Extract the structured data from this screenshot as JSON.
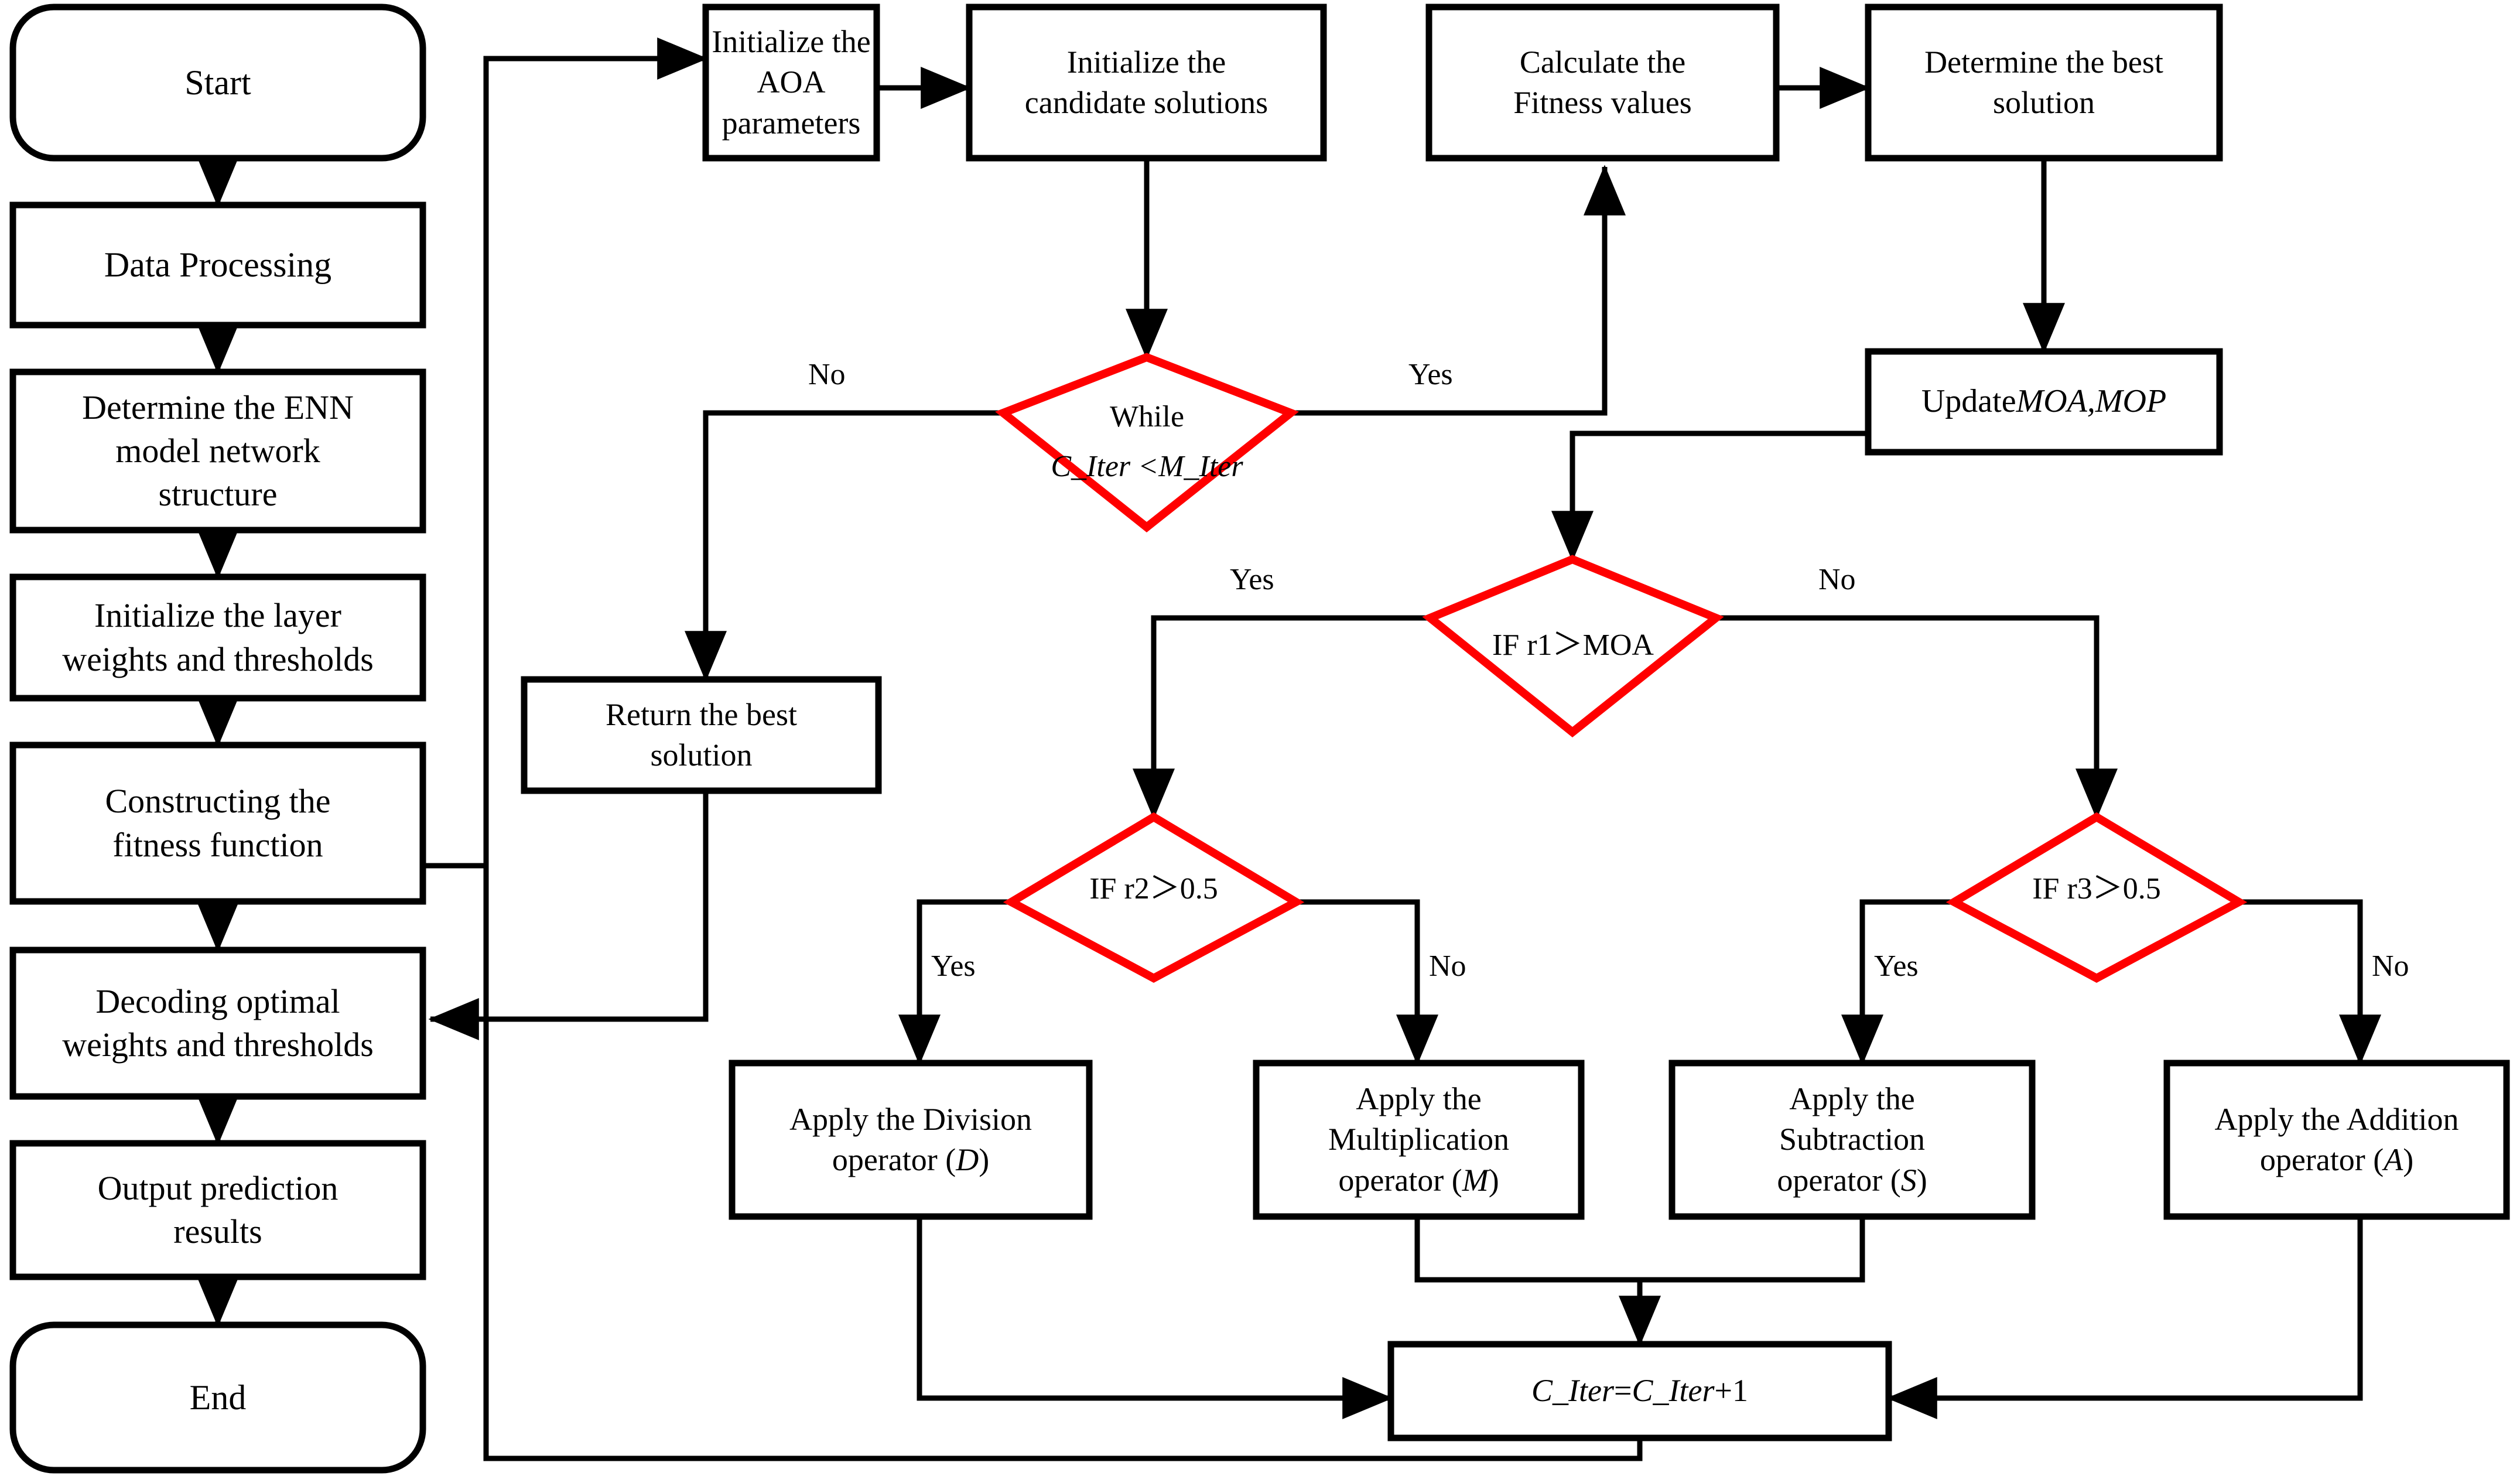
{
  "diagram": {
    "title": "AOA-ENN prediction model flowchart",
    "colors": {
      "node_stroke": "#000000",
      "decision_stroke": "#ff0000",
      "edge": "#000000",
      "background": "#ffffff"
    },
    "nodes": {
      "start": {
        "label": "Start",
        "shape": "terminator"
      },
      "data_processing": {
        "label": "Data Processing",
        "shape": "process"
      },
      "enn_structure": {
        "label": "Determine the ENN\nmodel network\nstructure",
        "shape": "process"
      },
      "init_weights": {
        "label": "Initialize the layer\nweights and thresholds",
        "shape": "process"
      },
      "fitness_function": {
        "label": "Constructing the\nfitness function",
        "shape": "process"
      },
      "decoding": {
        "label": "Decoding optimal\nweights and thresholds",
        "shape": "process"
      },
      "output_results": {
        "label": "Output prediction\nresults",
        "shape": "process"
      },
      "end": {
        "label": "End",
        "shape": "terminator"
      },
      "init_aoa": {
        "label": "Initialize the AOA\nparameters",
        "shape": "process"
      },
      "init_candidates": {
        "label": "Initialize the\ncandidate solutions",
        "shape": "process"
      },
      "calc_fitness": {
        "label": "Calculate the\nFitness values",
        "shape": "process"
      },
      "best_solution": {
        "label": "Determine the best\nsolution",
        "shape": "process"
      },
      "update_moa_mop": {
        "label_plain": "Update ",
        "label_italic": "MOA,MOP",
        "shape": "process"
      },
      "while_iter": {
        "label_line1": "While",
        "label_line2": "C_Iter <M_Iter",
        "shape": "decision"
      },
      "if_r1_moa": {
        "label": "IF r1＞MOA",
        "shape": "decision"
      },
      "if_r2": {
        "label": "IF r2＞0.5",
        "shape": "decision"
      },
      "if_r3": {
        "label": "IF r3＞0.5",
        "shape": "decision"
      },
      "return_best": {
        "label": "Return the best\nsolution",
        "shape": "process"
      },
      "op_division": {
        "label_plain": "Apply the Division\noperator (",
        "label_italic": "D",
        "label_tail": ")",
        "shape": "process"
      },
      "op_multiplication": {
        "label_plain": "Apply the\nMultiplication\noperator (",
        "label_italic": "M",
        "label_tail": ")",
        "shape": "process"
      },
      "op_subtraction": {
        "label_plain": "Apply the\nSubtraction\noperator (",
        "label_italic": "S",
        "label_tail": ")",
        "shape": "process"
      },
      "op_addition": {
        "label_plain": "Apply the Addition\noperator (",
        "label_italic": "A",
        "label_tail": ")",
        "shape": "process"
      },
      "increment_iter": {
        "label_italic1": "C_Iter",
        "label_plain1": "= ",
        "label_italic2": "C_Iter",
        "label_plain2": "+1",
        "shape": "process"
      }
    },
    "edge_labels": {
      "while_no": "No",
      "while_yes": "Yes",
      "r1_yes": "Yes",
      "r1_no": "No",
      "r2_yes": "Yes",
      "r2_no": "No",
      "r3_yes": "Yes",
      "r3_no": "No"
    }
  }
}
